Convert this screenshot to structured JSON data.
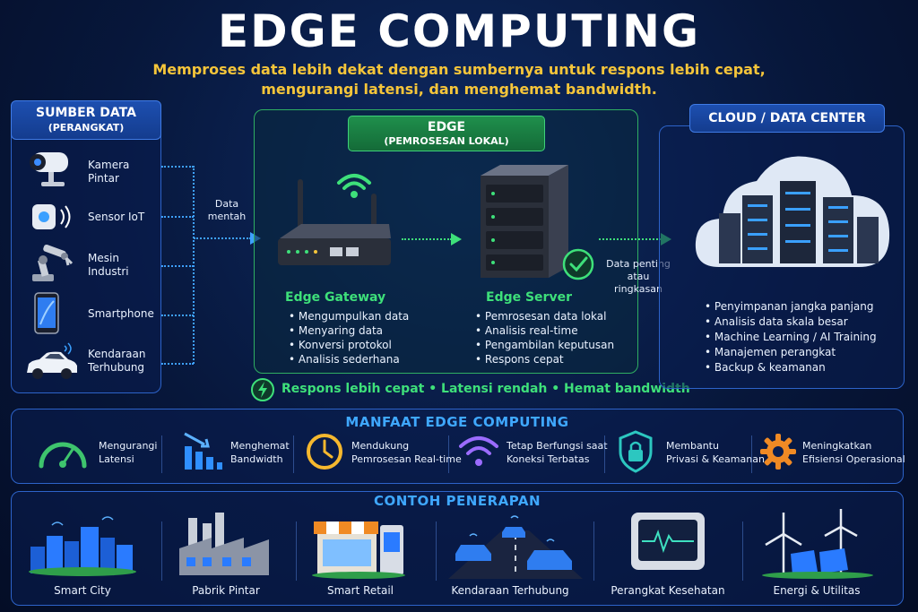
{
  "header": {
    "title": "EDGE COMPUTING",
    "subtitle_line1": "Memproses data lebih dekat dengan sumbernya untuk respons lebih cepat,",
    "subtitle_line2": "mengurangi latensi, dan menghemat bandwidth."
  },
  "sources": {
    "title": "SUMBER DATA",
    "subtitle": "(PERANGKAT)",
    "devices": [
      {
        "line1": "Kamera",
        "line2": "Pintar",
        "icon": "camera-icon"
      },
      {
        "line1": "Sensor IoT",
        "line2": "",
        "icon": "sensor-icon"
      },
      {
        "line1": "Mesin",
        "line2": "Industri",
        "icon": "robot-arm-icon"
      },
      {
        "line1": "Smartphone",
        "line2": "",
        "icon": "smartphone-icon"
      },
      {
        "line1": "Kendaraan",
        "line2": "Terhubung",
        "icon": "car-icon"
      }
    ]
  },
  "flow": {
    "raw_label_line1": "Data",
    "raw_label_line2": "mentah",
    "important_line1": "Data penting",
    "important_line2": "atau ringkasan"
  },
  "edge": {
    "title": "EDGE",
    "subtitle": "(PEMROSESAN LOKAL)",
    "gateway": {
      "title": "Edge Gateway",
      "items": [
        "Mengumpulkan data",
        "Menyaring data",
        "Konversi protokol",
        "Analisis sederhana"
      ]
    },
    "server": {
      "title": "Edge Server",
      "items": [
        "Pemrosesan data lokal",
        "Analisis real-time",
        "Pengambilan keputusan",
        "Respons cepat"
      ]
    },
    "benefit_strip": "Respons lebih cepat • Latensi rendah • Hemat bandwidth"
  },
  "cloud": {
    "title": "CLOUD / DATA CENTER",
    "items": [
      "Penyimpanan jangka panjang",
      "Analisis data skala besar",
      "Machine Learning / AI Training",
      "Manajemen perangkat",
      "Backup & keamanan"
    ]
  },
  "benefits": {
    "title": "MANFAAT EDGE COMPUTING",
    "items": [
      {
        "line1": "Mengurangi",
        "line2": "Latensi",
        "icon": "speedometer-icon",
        "color": "#3ec46d"
      },
      {
        "line1": "Menghemat",
        "line2": "Bandwidth",
        "icon": "bar-chart-down-icon",
        "color": "#2f8fff"
      },
      {
        "line1": "Mendukung",
        "line2": "Pemrosesan Real-time",
        "icon": "clock-icon",
        "color": "#f5b82e"
      },
      {
        "line1": "Tetap Berfungsi saat",
        "line2": "Koneksi Terbatas",
        "icon": "wifi-icon",
        "color": "#9b6cff"
      },
      {
        "line1": "Membantu",
        "line2": "Privasi & Keamanan",
        "icon": "shield-lock-icon",
        "color": "#2cc7c0"
      },
      {
        "line1": "Meningkatkan",
        "line2": "Efisiensi Operasional",
        "icon": "gear-icon",
        "color": "#f08a24"
      }
    ]
  },
  "applications": {
    "title": "CONTOH PENERAPAN",
    "items": [
      {
        "label": "Smart City",
        "icon": "smart-city-icon"
      },
      {
        "label": "Pabrik Pintar",
        "icon": "factory-icon"
      },
      {
        "label": "Smart Retail",
        "icon": "store-icon"
      },
      {
        "label": "Kendaraan Terhubung",
        "icon": "connected-cars-icon"
      },
      {
        "label": "Perangkat Kesehatan",
        "icon": "health-monitor-icon"
      },
      {
        "label": "Energi & Utilitas",
        "icon": "renewable-energy-icon"
      }
    ]
  }
}
